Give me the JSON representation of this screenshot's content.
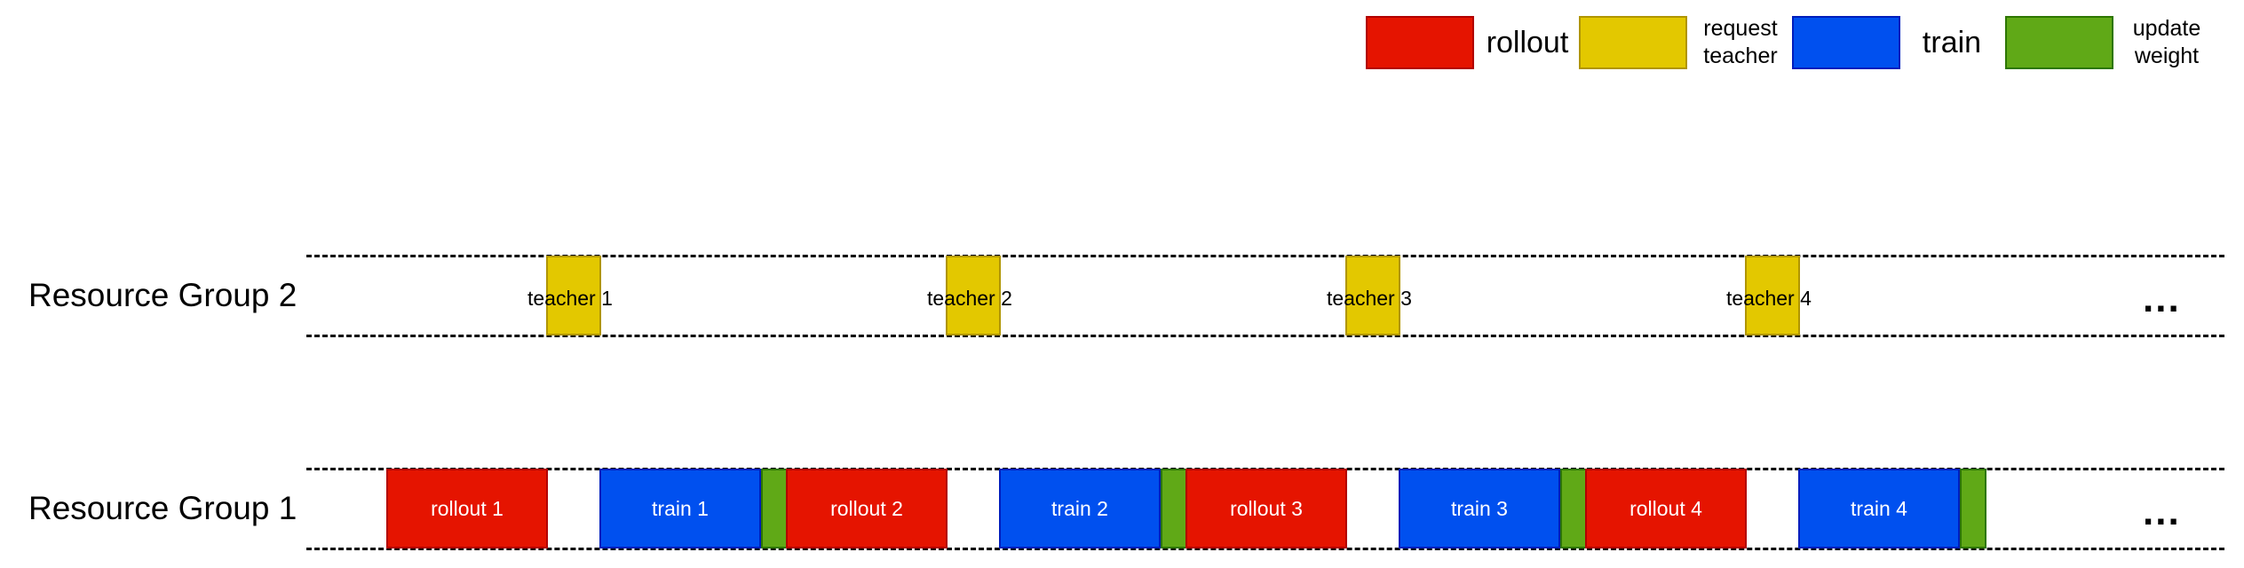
{
  "colors": {
    "rollout": "#e51400",
    "rollout_border": "#b20000",
    "teacher": "#e3c800",
    "teacher_border": "#b09500",
    "train": "#0050ef",
    "train_border": "#001dbc",
    "update": "#60a917",
    "update_border": "#2d7600"
  },
  "legend": {
    "rollout": "rollout",
    "teacher": "request\nteacher",
    "train": "train",
    "update": "update\nweight"
  },
  "groups": {
    "rg2": "Resource Group 2",
    "rg1": "Resource Group 1"
  },
  "ellipsis": "...",
  "teachers": [
    "teacher 1",
    "teacher 2",
    "teacher 3",
    "teacher 4"
  ],
  "rollouts": [
    "rollout 1",
    "rollout 2",
    "rollout 3",
    "rollout 4"
  ],
  "trains": [
    "train 1",
    "train 2",
    "train 3",
    "train 4"
  ]
}
